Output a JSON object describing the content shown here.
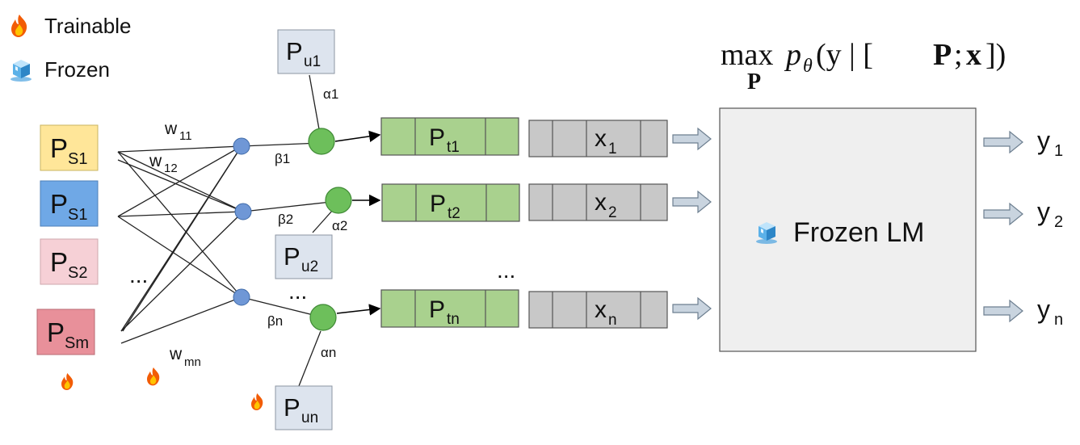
{
  "legend": {
    "trainable": "Trainable",
    "frozen": "Frozen",
    "fire_icon_color": "#f25c05",
    "ice_icon_color": "#4aa3df"
  },
  "formula": {
    "op": "max",
    "op_sub": "P",
    "expr_a": "p",
    "expr_a_sub": "θ",
    "expr_b": "(y | [",
    "expr_bold_p": "P",
    "expr_c": ";",
    "expr_bold_x": "x",
    "expr_d": "])"
  },
  "source_prompts": [
    {
      "main": "P",
      "sub": "S1",
      "color": "#ffe699"
    },
    {
      "main": "P",
      "sub": "S1",
      "color": "#6fa8e6"
    },
    {
      "main": "P",
      "sub": "S2",
      "color": "#f6d0d6"
    },
    {
      "main": "P",
      "sub": "Sm",
      "color": "#e8909a"
    }
  ],
  "source_ellipsis": "...",
  "user_prompts": [
    {
      "main": "P",
      "sub": "u1"
    },
    {
      "main": "P",
      "sub": "u2"
    },
    {
      "main": "P",
      "sub": "un"
    }
  ],
  "user_ellipsis": "...",
  "target_prompts": [
    {
      "main": "P",
      "sub": "t1"
    },
    {
      "main": "P",
      "sub": "t2"
    },
    {
      "main": "P",
      "sub": "tn"
    }
  ],
  "target_ellipsis": "...",
  "inputs": [
    {
      "main": "x",
      "sub": "1"
    },
    {
      "main": "x",
      "sub": "2"
    },
    {
      "main": "x",
      "sub": "n"
    }
  ],
  "outputs": [
    {
      "main": "y",
      "sub": "1"
    },
    {
      "main": "y",
      "sub": "2"
    },
    {
      "main": "y",
      "sub": "n"
    }
  ],
  "weights": {
    "w11": {
      "main": "w",
      "sub": "11"
    },
    "w12": {
      "main": "w",
      "sub": "12"
    },
    "wmn": {
      "main": "w",
      "sub": "mn"
    }
  },
  "alphas": [
    "α1",
    "α2",
    "αn"
  ],
  "betas": [
    "β1",
    "β2",
    "βn"
  ],
  "frozen_lm": "Frozen LM",
  "colors": {
    "source_node": "#6f97d6",
    "combine_node": "#6dbf5b",
    "target_box": "#a9d18e",
    "input_box": "#c8c8c8",
    "lm_box": "#efefef",
    "user_box": "#dde4ee"
  }
}
